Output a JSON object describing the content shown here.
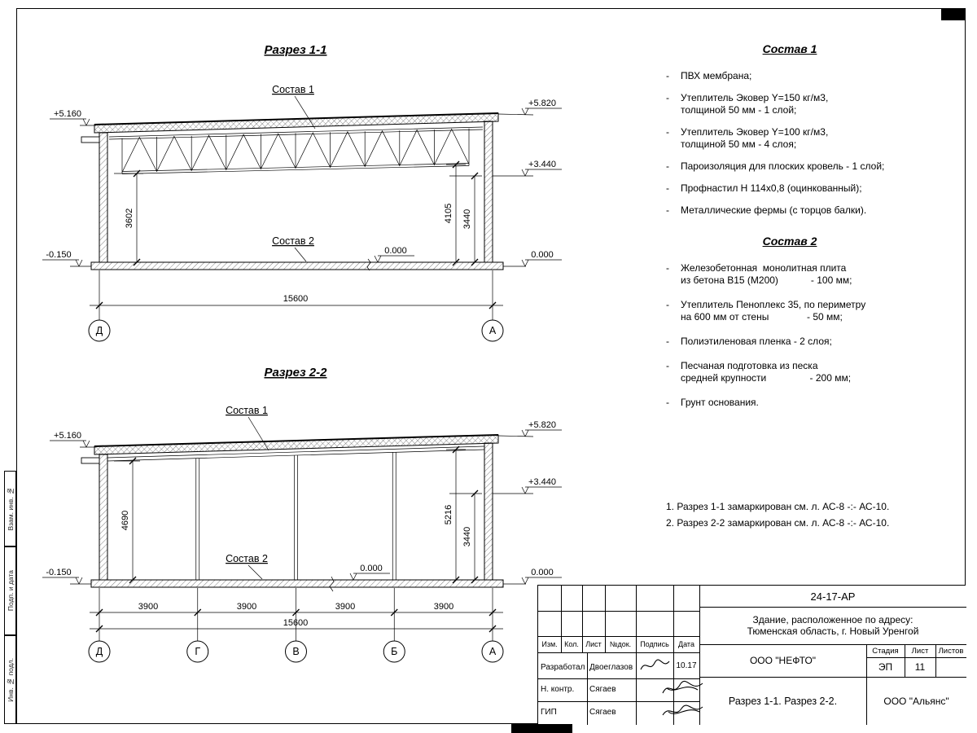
{
  "section1": {
    "title": "Разрез 1-1",
    "sostav1_label": "Состав 1",
    "sostav2_label": "Состав 2",
    "elev_left_top": "+5.160",
    "elev_right_top": "+5.820",
    "elev_right_mid": "+3.440",
    "elev_left_bottom": "-0.150",
    "elev_floor": "0.000",
    "elev_right_bottom": "0.000",
    "dim_left_height": "3602",
    "dim_right_height_inner": "4105",
    "dim_right_height_outer": "3440",
    "dim_total": "15600",
    "axis_left": "Д",
    "axis_right": "А"
  },
  "section2": {
    "title": "Разрез 2-2",
    "sostav1_label": "Состав 1",
    "sostav2_label": "Состав 2",
    "elev_left_top": "+5.160",
    "elev_right_top": "+5.820",
    "elev_right_mid": "+3.440",
    "elev_left_bottom": "-0.150",
    "elev_floor": "0.000",
    "elev_right_bottom": "0.000",
    "dim_left_height": "4690",
    "dim_right_height_inner": "5216",
    "dim_right_height_outer": "3440",
    "dim_spans": [
      "3900",
      "3900",
      "3900",
      "3900"
    ],
    "dim_total": "15600",
    "axes": [
      "Д",
      "Г",
      "В",
      "Б",
      "А"
    ]
  },
  "sostav1": {
    "title": "Состав 1",
    "items": [
      {
        "text": "ПВХ мембрана;"
      },
      {
        "text": "Утеплитель Эковер Y=150 кг/м3,\nтолщиной 50 мм - 1 слой;"
      },
      {
        "text": "Утеплитель Эковер Y=100 кг/м3,\nтолщиной 50 мм - 4 слоя;"
      },
      {
        "text": "Пароизоляция для плоских кровель - 1 слой;"
      },
      {
        "text": "Профнастил Н 114х0,8 (оцинкованный);"
      },
      {
        "text": "Металлические фермы (с торцов балки)."
      }
    ]
  },
  "sostav2": {
    "title": "Состав 2",
    "items": [
      {
        "text": "Железобетонная  монолитная плита\nиз бетона В15 (М200)            - 100 мм;"
      },
      {
        "text": "Утеплитель Пеноплекс 35, по периметру\nна 600 мм от стены              - 50 мм;"
      },
      {
        "text": "Полиэтиленовая пленка - 2 слоя;"
      },
      {
        "text": "Песчаная подготовка из песка\nсредней крупности                - 200 мм;"
      },
      {
        "text": "Грунт основания."
      }
    ]
  },
  "notes": {
    "line1": "1. Разрез 1-1 замаркирован см. л. АС-8 -:- АС-10.",
    "line2": "2. Разрез 2-2 замаркирован см. л. АС-8 -:- АС-10."
  },
  "titleblock": {
    "doc_number": "24-17-АР",
    "project_name": "Здание, расположенное по адресу:\nТюменская область, г. Новый Уренгой",
    "col_izm": "Изм.",
    "col_kol": "Кол.",
    "col_list": "Лист",
    "col_doc": "№док.",
    "col_sign": "Подпись",
    "col_date": "Дата",
    "row1_role": "Разработал",
    "row1_name": "Двоеглазов",
    "row1_date": "10.17",
    "row2_role": "Н. контр.",
    "row2_name": "Сягаев",
    "row3_role": "ГИП",
    "row3_name": "Сягаев",
    "org": "ООО \"НЕФТО\"",
    "stage_label": "Стадия",
    "list_label": "Лист",
    "listov_label": "Листов",
    "stage": "ЭП",
    "list_num": "11",
    "sheet_name": "Разрез 1-1. Разрез 2-2.",
    "company": "ООО \"Альянс\""
  },
  "margin": {
    "label1": "Взам. инв. №",
    "label2": "Подп. и дата",
    "label3": "Инв. № подл."
  }
}
